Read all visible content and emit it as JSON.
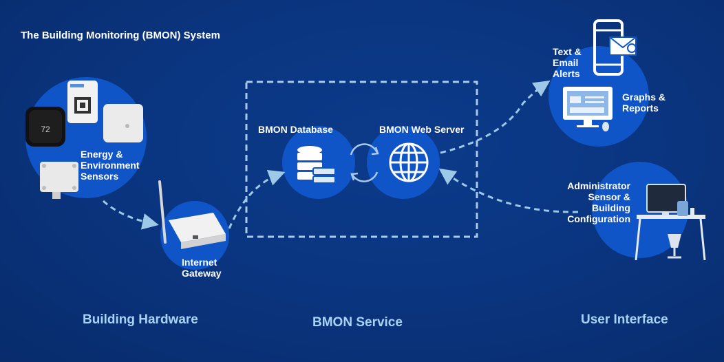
{
  "title": "The Building Monitoring (BMON) System",
  "colors": {
    "background": "#0a3580",
    "circle": "#0f55c8",
    "arrow": "#9cc9e8",
    "section_label": "#a9d3f5"
  },
  "nodes": {
    "sensors": {
      "label_line1": "Energy &",
      "label_line2": "Environment",
      "label_line3": "Sensors"
    },
    "gateway": {
      "label_line1": "Internet",
      "label_line2": "Gateway"
    },
    "database": {
      "label": "BMON Database",
      "icon": "database-icon"
    },
    "webserver": {
      "label": "BMON Web Server",
      "icon": "globe-icon"
    },
    "alerts": {
      "label_line1": "Text &",
      "label_line2": "Email",
      "label_line3": "Alerts",
      "icon": "phone-email-icon"
    },
    "graphs": {
      "label_line1": "Graphs &",
      "label_line2": "Reports",
      "icon": "monitor-icon"
    },
    "admin": {
      "label_line1": "Administrator",
      "label_line2": "Sensor &",
      "label_line3": "Building",
      "label_line4": "Configuration",
      "icon": "desk-workstation-icon"
    }
  },
  "thermostat": {
    "reading": "72"
  },
  "sections": {
    "hardware": "Building Hardware",
    "service": "BMON Service",
    "ui": "User Interface"
  }
}
